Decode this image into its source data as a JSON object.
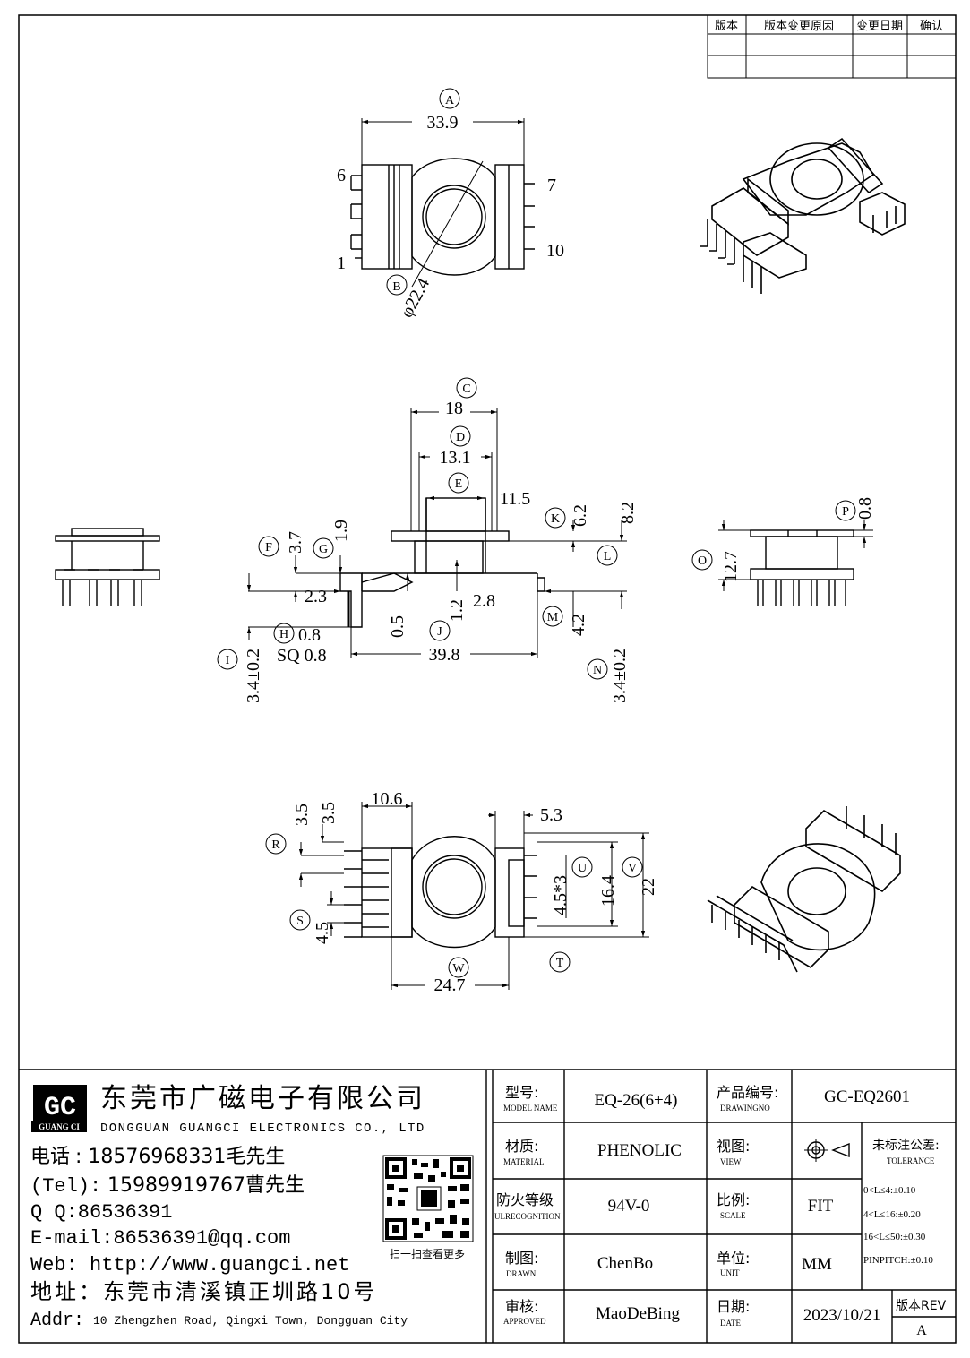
{
  "revision_table": {
    "headers": [
      "版本",
      "版本变更原因",
      "变更日期",
      "确认"
    ]
  },
  "dimensions": {
    "A": {
      "tag": "A",
      "value": "33.9"
    },
    "B": {
      "tag": "B",
      "value": "φ22.4"
    },
    "C": {
      "tag": "C",
      "value": "18"
    },
    "D": {
      "tag": "D",
      "value": "13.1"
    },
    "E": {
      "tag": "E",
      "value": "11.5"
    },
    "F": {
      "tag": "F",
      "value": "3.7"
    },
    "G": {
      "tag": "G",
      "value": "1.9"
    },
    "H": {
      "tag": "H",
      "value": "0.8",
      "prefix_line": "SQ 0.8"
    },
    "I": {
      "tag": "I",
      "value": "3.4±0.2"
    },
    "J": {
      "tag": "J",
      "value": "39.8"
    },
    "K": {
      "tag": "K",
      "value": "6.2"
    },
    "L": {
      "tag": "L",
      "value": "8.2"
    },
    "M": {
      "tag": "M",
      "value": "4.2"
    },
    "N": {
      "tag": "N",
      "value": "3.4±0.2"
    },
    "O": {
      "tag": "O",
      "value": "12.7"
    },
    "P": {
      "tag": "P",
      "value": "0.8"
    },
    "R": {
      "tag": "R",
      "value": "3.5"
    },
    "S": {
      "tag": "S",
      "value": "4.5"
    },
    "T": {
      "tag": "T",
      "value": "5.3"
    },
    "U": {
      "tag": "U",
      "value": "4.5*3"
    },
    "V": {
      "tag": "V",
      "value": "16.4"
    },
    "W": {
      "tag": "W",
      "value": "24.7"
    },
    "extra": {
      "d23": "2.3",
      "d28": "2.8",
      "d05": "0.5",
      "d12": "1.2",
      "d35b": "3.5",
      "d106": "10.6",
      "d22": "22"
    }
  },
  "pins": {
    "p6": "6",
    "p1": "1",
    "p7": "7",
    "p10": "10"
  },
  "company": {
    "logo_text": "GC",
    "logo_sub": "GUANG CI",
    "name_cn": "东莞市广磁电子有限公司",
    "name_en": "DONGGUAN GUANGCI ELECTRONICS CO., LTD",
    "phone_label": "电话",
    "phone": ": 18576968331毛先生",
    "tel_label": "(Tel):",
    "tel": "15989919767曹先生",
    "qq": "Q Q:86536391",
    "email": "E-mail:86536391@qq.com",
    "web": "Web: http://www.guangci.net",
    "addr_cn": "地址：东莞市清溪镇正圳路10号",
    "addr_en_label": "Addr:",
    "addr_en": "10 Zhengzhen Road, Qingxi Town, Dongguan City",
    "qr_caption": "扫一扫查看更多"
  },
  "title_block": {
    "model_label": "型号:",
    "model_sub": "MODEL NAME",
    "model": "EQ-26(6+4)",
    "drawing_label": "产品编号:",
    "drawing_sub": "DRAWINGNO",
    "drawing": "GC-EQ2601",
    "material_label": "材质:",
    "material_sub": "MATERIAL",
    "material": "PHENOLIC",
    "view_label": "视图:",
    "view_sub": "VIEW",
    "tol_label": "未标注公差:",
    "tol_sub": "TOLERANCE",
    "tol1": "0<L≤4:±0.10",
    "tol2": "4<L≤16:±0.20",
    "tol3": "16<L≤50:±0.30",
    "tol4": "PINPITCH:±0.10",
    "flame_label": "防火等级",
    "flame_sub": "ULRECOGNITION",
    "flame": "94V-0",
    "scale_label": "比例:",
    "scale_sub": "SCALE",
    "scale": "FIT",
    "drawn_label": "制图:",
    "drawn_sub": "DRAWN",
    "drawn": "ChenBo",
    "unit_label": "单位:",
    "unit_sub": "UNIT",
    "unit": "MM",
    "approved_label": "审核:",
    "approved_sub": "APPROVED",
    "approved": "MaoDeBing",
    "date_label": "日期:",
    "date_sub": "DATE",
    "date": "2023/10/21",
    "rev_label": "版本REV",
    "rev": "A"
  }
}
